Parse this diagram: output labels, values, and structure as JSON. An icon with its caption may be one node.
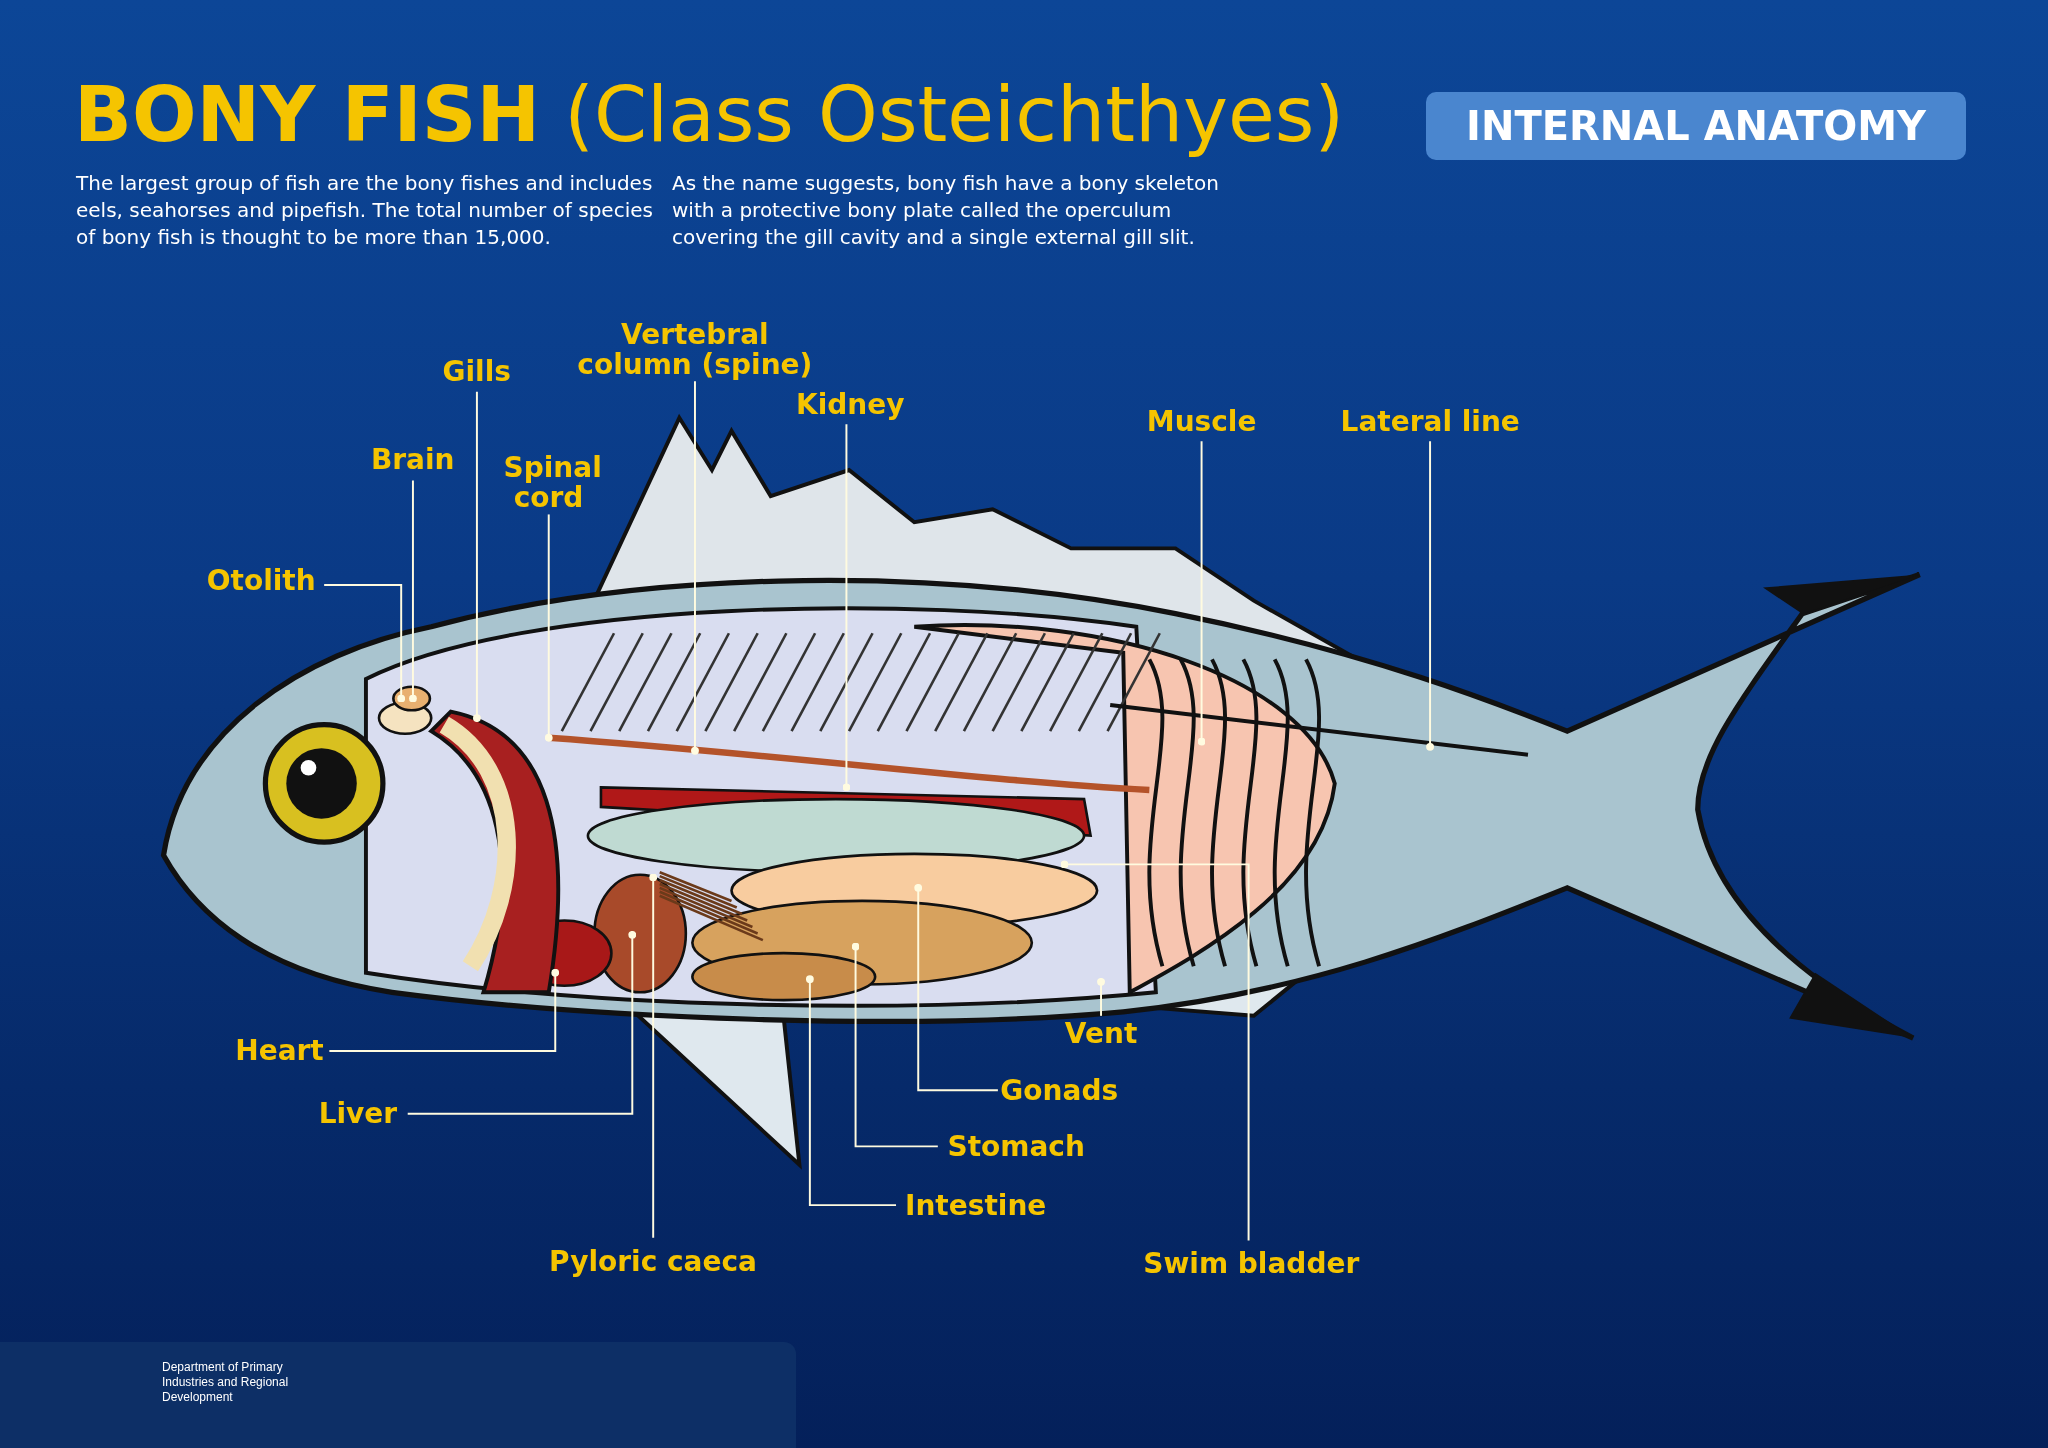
{
  "diagram": {
    "title": "**BONY FISH** (Class Osteichthyes)",
    "nodes": [
      {
        "text": [
          "INTERNAL ANATOMY"
        ]
      },
      {
        "text": [
          "Otolith"
        ]
      },
      {
        "text": [
          "Brain"
        ]
      },
      {
        "text": [
          "Gills"
        ]
      },
      {
        "text": [
          "Vertebral column (spine)"
        ]
      },
      {
        "text": [
          "Spinal cord"
        ]
      },
      {
        "text": [
          "Kidney"
        ]
      },
      {
        "text": [
          "Muscle"
        ]
      },
      {
        "text": [
          "Lateral line"
        ]
      },
      {
        "text": [
          "Heart"
        ]
      },
      {
        "text": [
          "Liver"
        ]
      },
      {
        "text": [
          "Vent"
        ]
      },
      {
        "text": [
          "Gonads"
        ]
      },
      {
        "text": [
          "Stomach"
        ]
      },
      {
        "text": [
          "Intestine"
        ]
      },
      {
        "text": [
          "Pyloric caeca"
        ]
      },
      {
        "text": [
          "Swim bladder"
        ]
      }
    ],
    "edges": [
      {
        "from": 1,
        "to": null,
        "arrow": "other"
      },
      {
        "from": 2,
        "to": null,
        "arrow": "other"
      },
      {
        "from": 3,
        "to": null,
        "arrow": "other"
      },
      {
        "from": 4,
        "to": null,
        "arrow": "other"
      },
      {
        "from": 5,
        "to": null,
        "arrow": "other"
      },
      {
        "from": 6,
        "to": null,
        "arrow": "other"
      },
      {
        "from": 7,
        "to": null,
        "arrow": "other"
      },
      {
        "from": 8,
        "to": null,
        "arrow": "other"
      },
      {
        "from": 9,
        "to": null,
        "arrow": "other"
      },
      {
        "from": 10,
        "to": null,
        "arrow": "other"
      },
      {
        "from": 11,
        "to": null,
        "arrow": "other"
      },
      {
        "from": 12,
        "to": null,
        "arrow": "other"
      },
      {
        "from": 13,
        "to": null,
        "arrow": "other"
      },
      {
        "from": 14,
        "to": null,
        "arrow": "other"
      },
      {
        "from": 15,
        "to": null,
        "arrow": "other"
      },
      {
        "from": 16,
        "to": null,
        "arrow": "other"
      }
    ],
    "labels": [
      "The largest group of fish are the bony fishes and includes eels, seahorses and pipefish.  The total number of species of bony fish is thought to be more than 15,000.",
      "As the name suggests, bony fish have a bony skeleton with a protective bony plate called the operculum covering the gill cavity and a single external gill slit.",
      "Department of Primary Industries and Regional Development"
    ]
  }
}
